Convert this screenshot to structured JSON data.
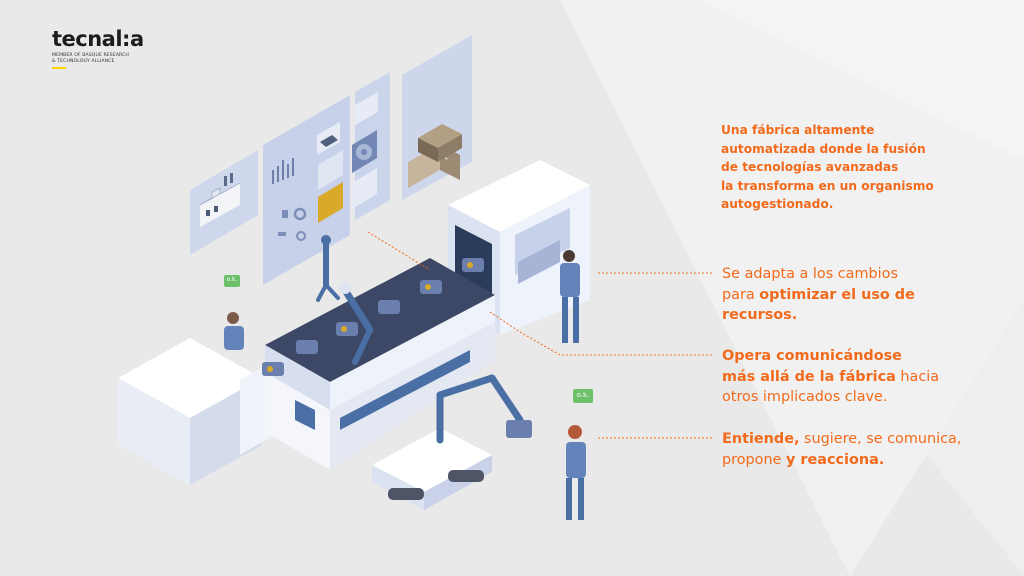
{
  "logo": {
    "word": "tecnal:a",
    "subtitle_line1": "MEMBER OF BASQUE RESEARCH",
    "subtitle_line2": "& TECHNOLOGY ALLIANCE"
  },
  "intro": {
    "text": "Una fábrica altamente automatizada donde la fusión de tecnologías avanzadas la transforma en un organismo autogestionado.",
    "lines": [
      "Una fábrica altamente",
      "automatizada donde la fusión",
      "de tecnologías avanzadas",
      "la transforma en un organismo",
      "autogestionado."
    ]
  },
  "points": [
    {
      "line1": "Se adapta a los cambios",
      "line2_plain": "para ",
      "line2_bold": "optimizar el uso de",
      "line3_bold": "recursos."
    },
    {
      "line1_bold": "Opera comunicándose",
      "line2_bold": "más allá de la fábrica",
      "line2_plain": " hacia",
      "line3": "otros implicados clave."
    },
    {
      "line1_bold": "Entiende,",
      "line1_plain": " sugiere, se comunica,",
      "line2_plain": "propone ",
      "line2_bold": "y reacciona."
    }
  ],
  "badges": {
    "ok": "o.k."
  },
  "colors": {
    "accent": "#f26a1b",
    "steel_blue": "#4a6fa5",
    "panel_blue": "#c9d3ea",
    "machine_white": "#f4f6fb",
    "background": "#eeeeee"
  },
  "icons": [
    "factory-icon",
    "bar-chart-icon",
    "cogs-icon",
    "building-icon",
    "robot-arm-icon",
    "battery-pack-icon"
  ]
}
